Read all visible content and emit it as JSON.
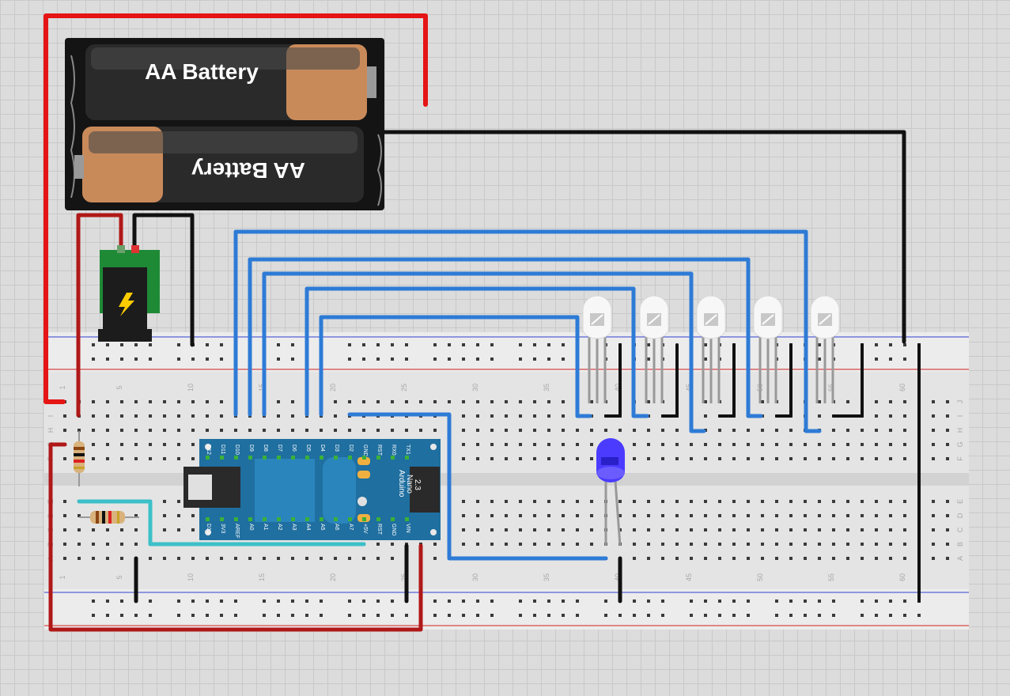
{
  "battery": {
    "top_label": "AA Battery",
    "bottom_label": "AA Battery"
  },
  "arduino": {
    "name": "Arduino",
    "model": "Nano",
    "version": "2.3",
    "top_pins": [
      "D12",
      "D11",
      "D10",
      "D9",
      "D8",
      "D7",
      "D6",
      "D5",
      "D4",
      "D3",
      "D2",
      "GND",
      "RST",
      "RX0",
      "TX1"
    ],
    "bottom_pins": [
      "D13",
      "3V3",
      "AREF",
      "A0",
      "A1",
      "A2",
      "A3",
      "A4",
      "A5",
      "A6",
      "A7",
      "+5V",
      "RST",
      "GND",
      "VIN"
    ]
  },
  "breadboard": {
    "row_letters_top": [
      "J",
      "I",
      "H",
      "G",
      "F"
    ],
    "row_letters_bottom": [
      "E",
      "D",
      "C",
      "B",
      "A"
    ],
    "column_numbers": [
      "1",
      "5",
      "10",
      "15",
      "20",
      "25",
      "30",
      "35",
      "40",
      "45",
      "50",
      "55",
      "60"
    ]
  },
  "colors": {
    "wire_red": "#d61a1a",
    "wire_dark_red": "#b01818",
    "wire_black": "#1a1a1a",
    "wire_blue": "#2e7bd6",
    "wire_cyan": "#3cc0c8",
    "arduino_board": "#1f6fa0",
    "led_blue": "#4a3bff",
    "led_white": "#f4f4f4"
  }
}
